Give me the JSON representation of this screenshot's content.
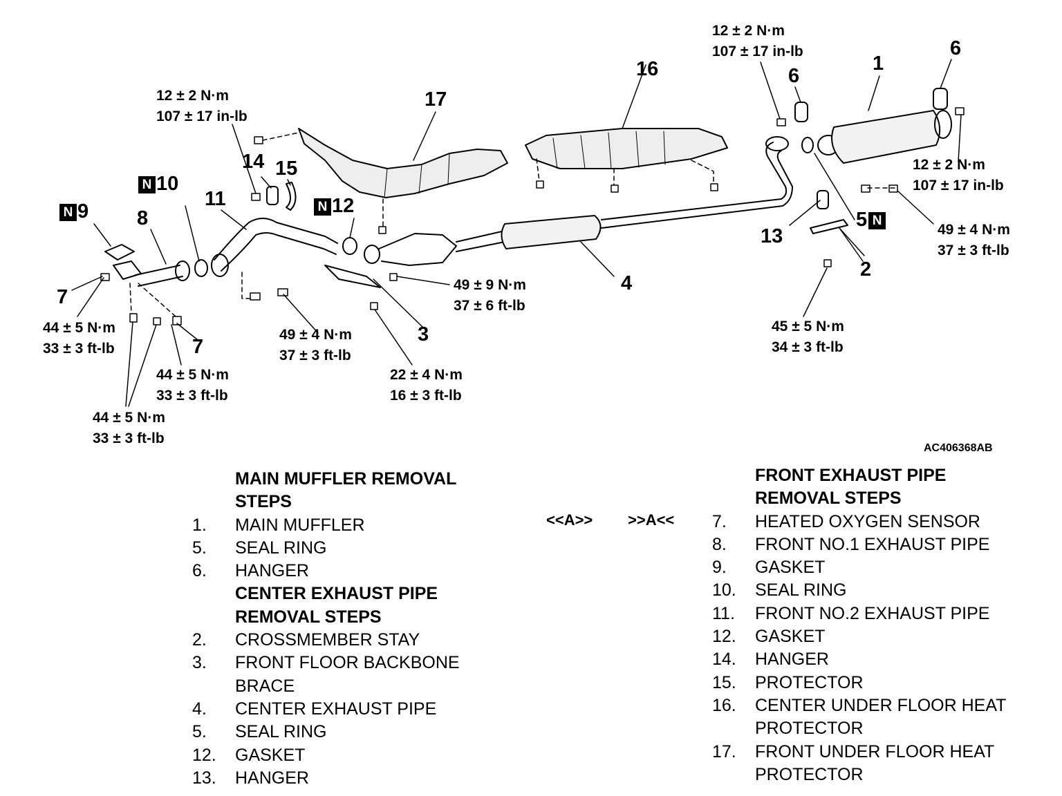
{
  "diagram": {
    "code": "AC406368AB",
    "n_marker": "N",
    "callouts": {
      "c1": "1",
      "c2": "2",
      "c3": "3",
      "c4": "4",
      "c5": "5",
      "c6a": "6",
      "c6b": "6",
      "c7a": "7",
      "c7b": "7",
      "c8": "8",
      "c9": "9",
      "c10": "10",
      "c11": "11",
      "c12": "12",
      "c13": "13",
      "c14": "14",
      "c15": "15",
      "c16": "16",
      "c17": "17"
    },
    "torques": {
      "t_top_right": [
        "12 ± 2 N·m",
        "107 ± 17 in-lb"
      ],
      "t_right_mid": [
        "12 ± 2 N·m",
        "107 ± 17 in-lb"
      ],
      "t_right_low": [
        "49 ± 4 N·m",
        "37 ± 3 ft-lb"
      ],
      "t_left_top": [
        "12 ± 2 N·m",
        "107 ± 17 in-lb"
      ],
      "t_cat": [
        "49 ± 9 N·m",
        "37 ± 6 ft-lb"
      ],
      "t_stay": [
        "45 ± 5 N·m",
        "34 ± 3 ft-lb"
      ],
      "t_left_a": [
        "44 ± 5 N·m",
        "33 ± 3 ft-lb"
      ],
      "t_left_b": [
        "44 ± 5 N·m",
        "33 ± 3 ft-lb"
      ],
      "t_left_c": [
        "44 ± 5 N·m",
        "33 ± 3 ft-lb"
      ],
      "t_flange": [
        "49 ± 4 N·m",
        "37 ± 3 ft-lb"
      ],
      "t_brace": [
        "22 ± 4 N·m",
        "16 ± 3 ft-lb"
      ]
    }
  },
  "left_steps": {
    "heading1": [
      "MAIN MUFFLER REMOVAL",
      "STEPS"
    ],
    "group1": [
      {
        "num": "1.",
        "text": "MAIN MUFFLER"
      },
      {
        "num": "5.",
        "text": "SEAL RING"
      },
      {
        "num": "6.",
        "text": "HANGER"
      }
    ],
    "heading2": [
      "CENTER EXHAUST PIPE",
      "REMOVAL STEPS"
    ],
    "group2": [
      {
        "num": "2.",
        "text": "CROSSMEMBER STAY"
      },
      {
        "num": "3.",
        "text": "FRONT FLOOR BACKBONE"
      },
      {
        "num": "",
        "text": "BRACE"
      },
      {
        "num": "4.",
        "text": "CENTER EXHAUST PIPE"
      },
      {
        "num": "5.",
        "text": "SEAL RING"
      },
      {
        "num": "12.",
        "text": "GASKET"
      },
      {
        "num": "13.",
        "text": "HANGER"
      }
    ]
  },
  "markers": {
    "a_in": "<<A>>",
    "a_out": ">>A<<"
  },
  "right_steps": {
    "heading": [
      "FRONT EXHAUST PIPE",
      "REMOVAL STEPS"
    ],
    "items": [
      {
        "num": "7.",
        "text": "HEATED OXYGEN SENSOR"
      },
      {
        "num": "8.",
        "text": "FRONT NO.1 EXHAUST PIPE"
      },
      {
        "num": "9.",
        "text": "GASKET"
      },
      {
        "num": "10.",
        "text": "SEAL RING"
      },
      {
        "num": "11.",
        "text": "FRONT NO.2 EXHAUST PIPE"
      },
      {
        "num": "12.",
        "text": "GASKET"
      },
      {
        "num": "14.",
        "text": "HANGER"
      },
      {
        "num": "15.",
        "text": "PROTECTOR"
      },
      {
        "num": "16.",
        "text": "CENTER UNDER FLOOR HEAT"
      },
      {
        "num": "",
        "text": "PROTECTOR"
      },
      {
        "num": "17.",
        "text": "FRONT UNDER FLOOR HEAT"
      },
      {
        "num": "",
        "text": "PROTECTOR"
      }
    ]
  }
}
